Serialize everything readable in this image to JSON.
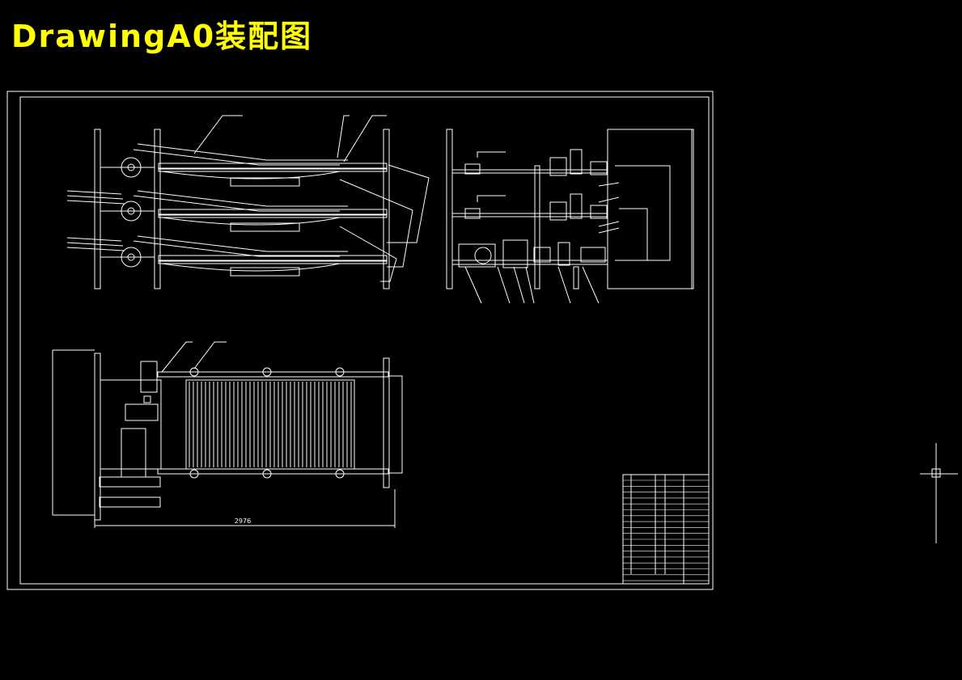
{
  "title": "DrawingA0装配图",
  "colors": {
    "background": "#000000",
    "title": "#ffff00",
    "lines": "#ffffff"
  },
  "dimensions": {
    "overall_length": "2976"
  },
  "cursor": "crosshair-cursor"
}
